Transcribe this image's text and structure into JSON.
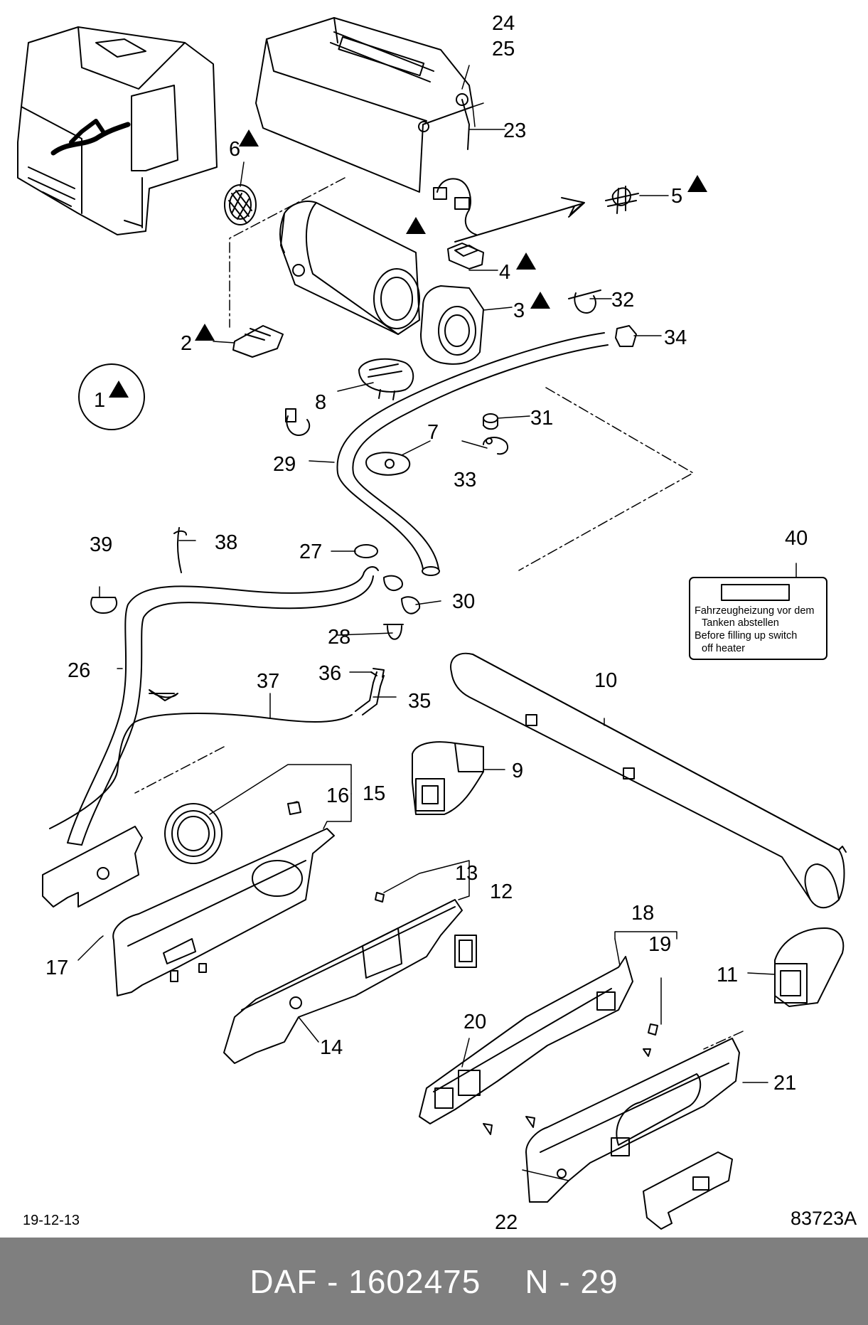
{
  "labels": {
    "l1": "1",
    "l2": "2",
    "l3": "3",
    "l4": "4",
    "l5": "5",
    "l6": "6",
    "l7": "7",
    "l8": "8",
    "l9": "9",
    "l10": "10",
    "l11": "11",
    "l12": "12",
    "l13": "13",
    "l14": "14",
    "l15": "15",
    "l16": "16",
    "l17": "17",
    "l18": "18",
    "l19": "19",
    "l20": "20",
    "l21": "21",
    "l22": "22",
    "l23": "23",
    "l24": "24",
    "l25": "25",
    "l26": "26",
    "l27": "27",
    "l28": "28",
    "l29": "29",
    "l30": "30",
    "l31": "31",
    "l32": "32",
    "l33": "33",
    "l34": "34",
    "l35": "35",
    "l36": "36",
    "l37": "37",
    "l38": "38",
    "l39": "39",
    "l40": "40"
  },
  "warning_label": {
    "line1": "Fahrzeugheizung vor dem",
    "line2": "Tanken abstellen",
    "line3": "Before filling up switch",
    "line4": "off heater"
  },
  "date": "19-12-13",
  "drawing_number": "83723A",
  "footer": {
    "part_ref": "DAF - 1602475",
    "page_ref": "N - 29"
  },
  "colors": {
    "footer_background": "#7f7f7f",
    "footer_text": "#ffffff",
    "line": "#000000"
  }
}
